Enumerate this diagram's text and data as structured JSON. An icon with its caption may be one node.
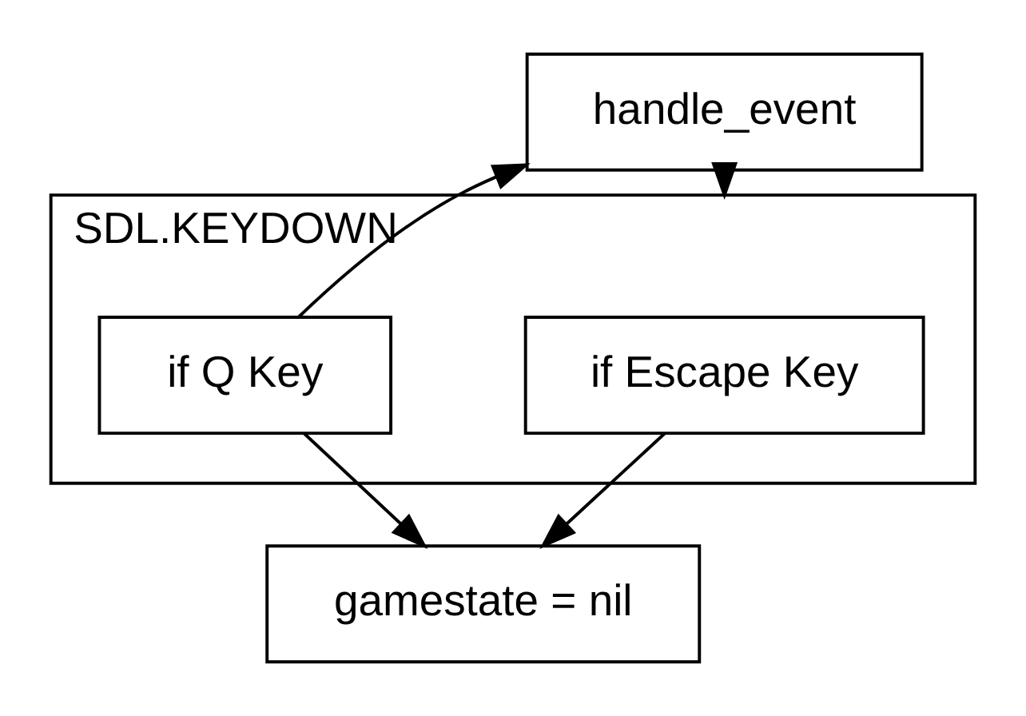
{
  "diagram": {
    "nodes": [
      {
        "text": [
          "handle_event"
        ]
      },
      {
        "text": [
          "SDL.KEYDOWN"
        ]
      },
      {
        "text": [
          "if Escape Key"
        ],
        "in": 1
      },
      {
        "text": [
          "if Q Key"
        ],
        "in": 1
      },
      {
        "text": [
          "gamestate = nil"
        ]
      }
    ],
    "edges": [
      {
        "from": 0,
        "to": 1,
        "arrow": "to"
      },
      {
        "from": 2,
        "to": 4,
        "arrow": "to"
      },
      {
        "from": 3,
        "to": 4,
        "arrow": "to"
      },
      {
        "from": 3,
        "to": 0,
        "arrow": "to"
      }
    ]
  }
}
